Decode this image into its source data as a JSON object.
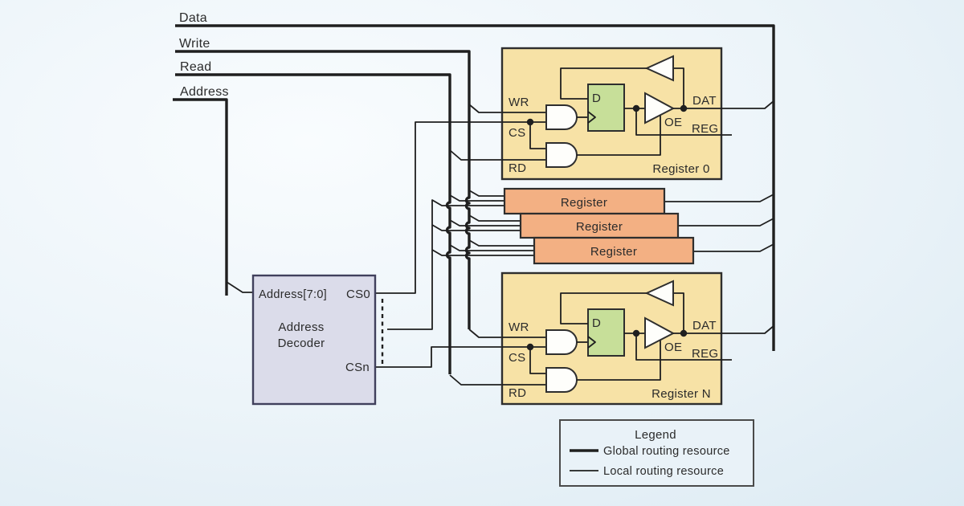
{
  "colors": {
    "wire": "#1f1f1f",
    "text": "#2b2b2b",
    "register-fill": "#f7e2a6",
    "register-stroke": "#2e2e2e",
    "ff-fill": "#c7df99",
    "gate-fill": "#fefefb",
    "orange-fill": "#f3b083",
    "decoder-fill": "#dbdcea",
    "decoder-stroke": "#40405c",
    "legend-fill": "#e9f2f8",
    "legend-stroke": "#4a4a4a"
  },
  "buses": {
    "data": "Data",
    "write": "Write",
    "read": "Read",
    "address": "Address"
  },
  "decoder": {
    "input": "Address[7:0]",
    "cs0": "CS0",
    "csn": "CSn",
    "title1": "Address",
    "title2": "Decoder"
  },
  "reg0": {
    "wr": "WR",
    "cs": "CS",
    "rd": "RD",
    "d": "D",
    "oe": "OE",
    "dat": "DAT",
    "reg": "REG",
    "title": "Register 0"
  },
  "regN": {
    "wr": "WR",
    "cs": "CS",
    "rd": "RD",
    "d": "D",
    "oe": "OE",
    "dat": "DAT",
    "reg": "REG",
    "title": "Register N"
  },
  "mid": {
    "r1": "Register",
    "r2": "Register",
    "r3": "Register"
  },
  "legend": {
    "title": "Legend",
    "global": "Global routing resource",
    "local": "Local routing resource"
  }
}
